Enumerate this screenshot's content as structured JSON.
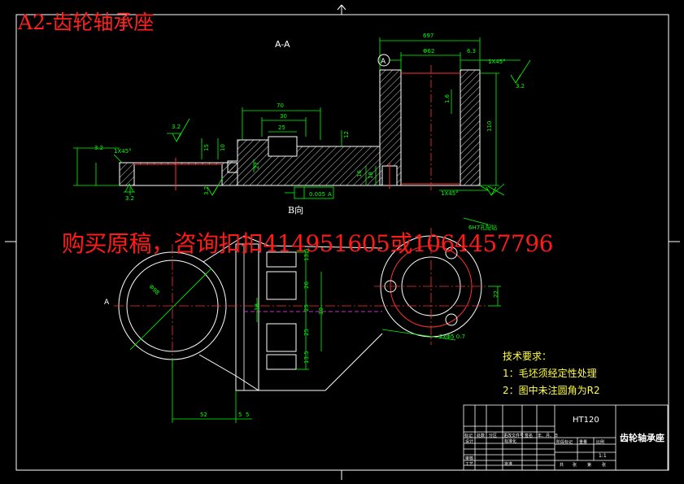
{
  "header": {
    "title": "A2-齿轮轴承座",
    "watermark_contact": "购买原稿，咨询扣扣414951605或1064457796"
  },
  "section_label": "A-A",
  "view_label": "B向",
  "datum_label": "A",
  "datum_side_label": "A",
  "dimensions": {
    "top_total": "697",
    "top_bore": "Φ62",
    "top_wall": "6.3",
    "top_chamfer": "1X45°",
    "top_rough": "3.2",
    "height_110": "110",
    "inner_16": "1.6",
    "width_70": "70",
    "width_30": "30",
    "width_25": "25",
    "rough_left": "3.2",
    "h_15": "15",
    "h_10": "10",
    "h_12": "12",
    "h_27": "27",
    "left_chamfer": "1X45°",
    "left_rough_a": "3.2",
    "left_rough_b": "3.2",
    "bottom_rough": "3.2",
    "bottom_chamfer": "1X45°",
    "h_16": "16",
    "h_18": "18",
    "tolerance_box": "0.005",
    "tolerance_datum": "A",
    "bolt_hole_note": "6H7孔配钻",
    "plan_52": "52",
    "plan_5a": "5",
    "plan_5b": "5",
    "plan_26": "26",
    "plan_25a": "25",
    "plan_25b": "25",
    "plan_135a": "13.5",
    "plan_135b": "13.5",
    "plan_18": "18",
    "plan_30": "30",
    "plan_22": "22",
    "plan_dia": "Φ98",
    "plan_hole": "2xΦ5 0.7"
  },
  "tech_requirements": {
    "heading": "技术要求：",
    "item1": "1：毛坯须经定性处理",
    "item2": "2：图中未注圆角为R2"
  },
  "title_block": {
    "material": "HT120",
    "part_name": "齿轮轴承座",
    "scale": "1:1",
    "row_labels": [
      "标记",
      "处数",
      "分区",
      "更改文件号",
      "签名",
      "年、月、日"
    ],
    "design": "设计",
    "check": "审核",
    "process": "工艺",
    "standard": "标准化",
    "approve": "批准",
    "stage_headers": [
      "阶段标记",
      "重量",
      "比例"
    ],
    "sheet": [
      "共",
      "张",
      "第",
      "张"
    ]
  },
  "colors": {
    "background": "#000000",
    "outline": "#ffffff",
    "dimension": "#00ff00",
    "centerline": "#ff3030",
    "hidden": "#ff40ff",
    "text_yellow": "#ffff40",
    "watermark": "#2a6fa8"
  }
}
